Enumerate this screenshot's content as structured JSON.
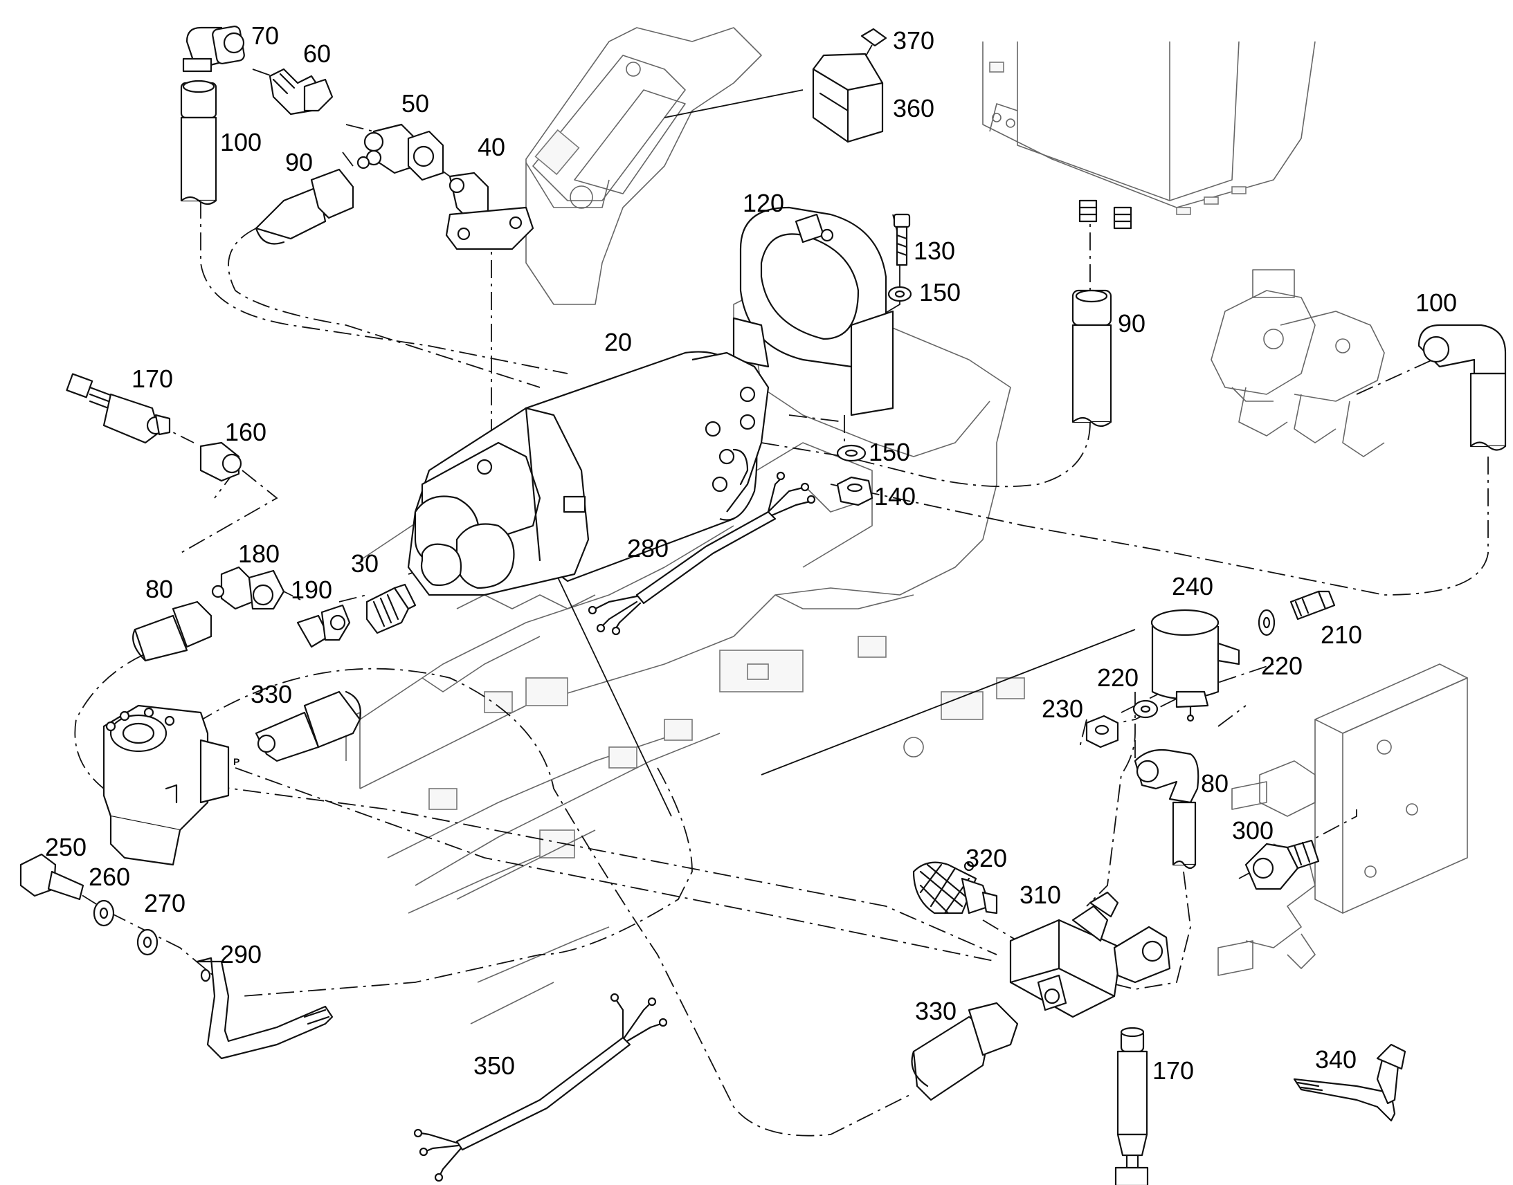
{
  "part_labels": {
    "p70": "70",
    "p60": "60",
    "p50": "50",
    "p40": "40",
    "p100a": "100",
    "p90a": "90",
    "p370": "370",
    "p360": "360",
    "p120": "120",
    "p130": "130",
    "p150a": "150",
    "p90b": "90",
    "p100b": "100",
    "p20": "20",
    "p170a": "170",
    "p160": "160",
    "p150b": "150",
    "p140": "140",
    "p280": "280",
    "p180": "180",
    "p80a": "80",
    "p190": "190",
    "p30": "30",
    "p240": "240",
    "p210": "210",
    "p220a": "220",
    "p220b": "220",
    "p230": "230",
    "p330a": "330",
    "p80b": "80",
    "p300": "300",
    "p320": "320",
    "p250": "250",
    "p260": "260",
    "p270": "270",
    "p290": "290",
    "p310": "310",
    "p330b": "330",
    "p350": "350",
    "p170b": "170",
    "p340": "340"
  },
  "port_marker": "P",
  "colors": {
    "line": "#111111",
    "background": "#ffffff",
    "faint": "#777777"
  }
}
